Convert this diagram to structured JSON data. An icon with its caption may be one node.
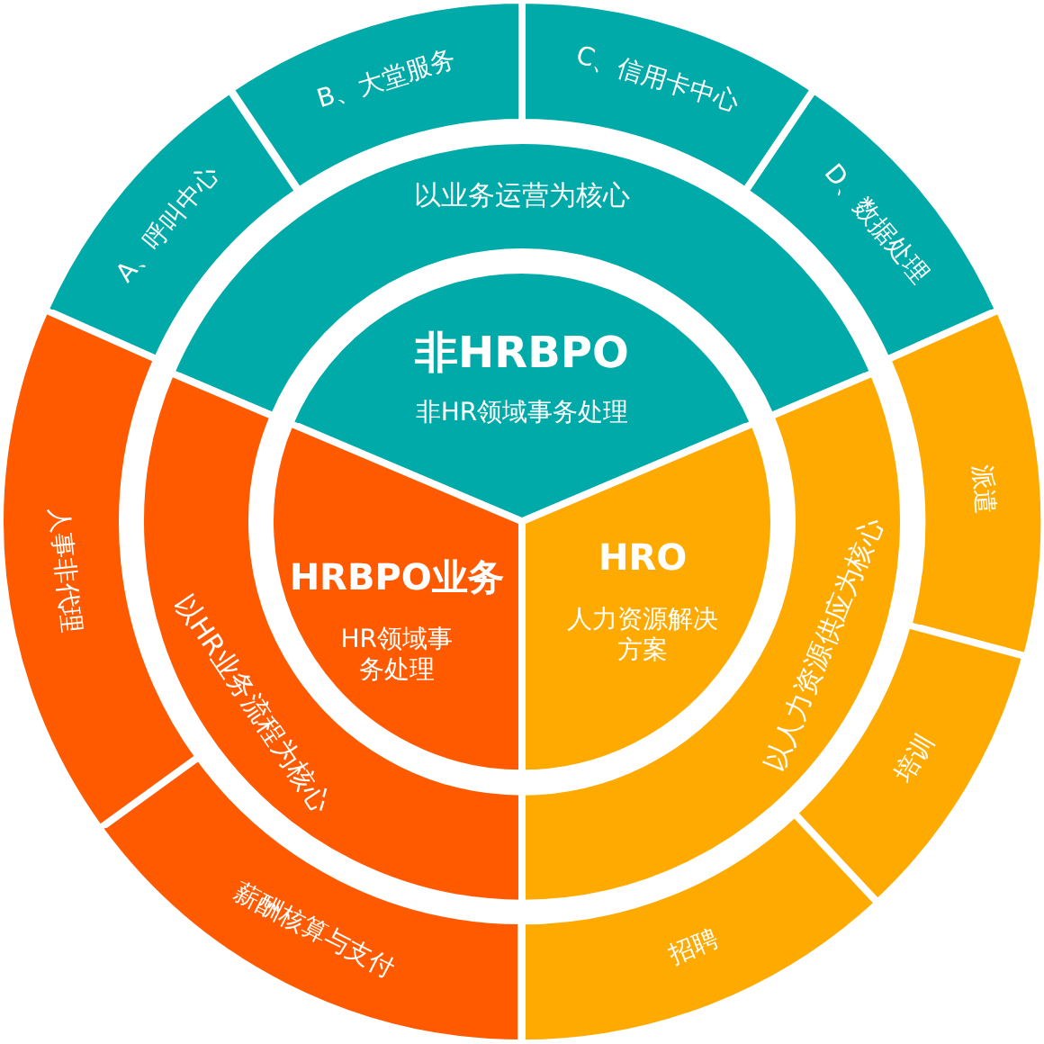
{
  "diagram": {
    "nodes": [
      {
        "text": [
          "非HRBPO",
          "非HR领域事务处理"
        ]
      },
      {
        "text": [
          "HRBPO业务",
          "HR领域事务处理"
        ]
      },
      {
        "text": [
          "HRO",
          "人力资源解决方案"
        ]
      },
      {
        "text": [
          "以业务运营为核心"
        ]
      },
      {
        "text": [
          "以HR业务流程为核心"
        ]
      },
      {
        "text": [
          "以人力资源供应为核心"
        ]
      },
      {
        "text": [
          "A、呼叫中心"
        ]
      },
      {
        "text": [
          "B、大堂服务"
        ]
      },
      {
        "text": [
          "C、信用卡中心"
        ]
      },
      {
        "text": [
          "D、数据处理"
        ]
      },
      {
        "text": [
          "派遣"
        ]
      },
      {
        "text": [
          "培训"
        ]
      },
      {
        "text": [
          "招聘"
        ]
      },
      {
        "text": [
          "薪酬核算与支付"
        ]
      },
      {
        "text": [
          "人事非代理"
        ]
      }
    ]
  }
}
